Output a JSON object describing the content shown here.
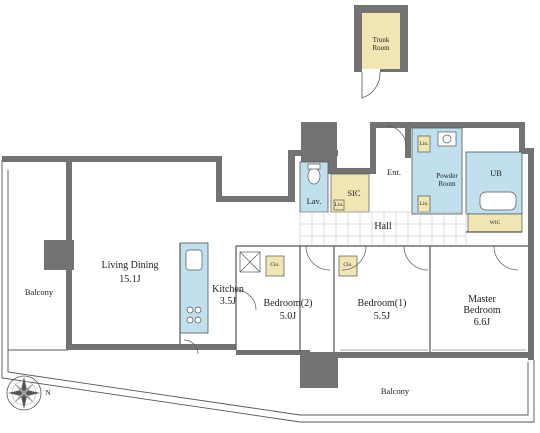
{
  "colors": {
    "wall": "#737373",
    "wet_area": "#bfe0ec",
    "storage": "#f0e6b4",
    "floor": "#ffffff",
    "line": "#555555"
  },
  "rooms": {
    "trunk_room": "Trunk\nRoom",
    "living_dining": "Living Dining",
    "living_dining_size": "15.1J",
    "kitchen": "Kitchen",
    "kitchen_size": "3.5J",
    "bedroom2": "Bedroom(2)",
    "bedroom2_size": "5.0J",
    "bedroom1": "Bedroom(1)",
    "bedroom1_size": "5.5J",
    "master": "Master\nBedroom",
    "master_size": "6.6J",
    "hall": "Hall",
    "entrance": "Ent.",
    "lavatory": "Lav.",
    "sic": "SIC",
    "powder_room": "Powder\nRoom",
    "ub": "UB",
    "wic": "WIC",
    "balcony_left": "Balcony",
    "balcony_bottom": "Balcony",
    "closet": "Clo.",
    "linen": "Lin.",
    "north": "N"
  },
  "icons": {
    "compass": "compass-rose-icon"
  }
}
